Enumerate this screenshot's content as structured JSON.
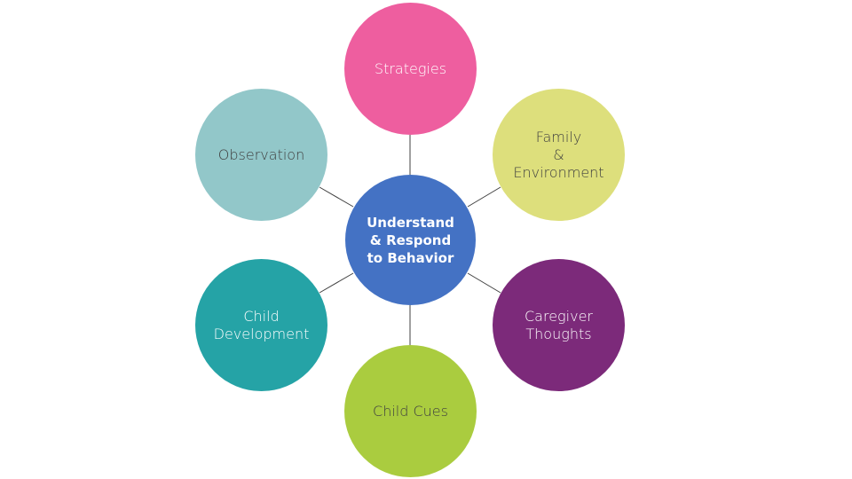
{
  "diagram": {
    "center": {
      "label": "Understand\n& Respond\nto Behavior",
      "color": "#4472C4",
      "text_color": "#FFFFFF"
    },
    "nodes": [
      {
        "id": "strategies",
        "label": "Strategies",
        "color": "#EE5E9F",
        "text_color": "#FFFFFF"
      },
      {
        "id": "family",
        "label": "Family\n&\nEnvironment",
        "color": "#DDDF7C",
        "text_color": "#404040"
      },
      {
        "id": "caregiver",
        "label": "Caregiver\nThoughts",
        "color": "#7C2A7A",
        "text_color": "#FFFFFF"
      },
      {
        "id": "cues",
        "label": "Child Cues",
        "color": "#AACC3F",
        "text_color": "#404040"
      },
      {
        "id": "development",
        "label": "Child\nDevelopment",
        "color": "#25A3A6",
        "text_color": "#FFFFFF"
      },
      {
        "id": "observation",
        "label": "Observation",
        "color": "#92C7C9",
        "text_color": "#404040"
      }
    ]
  }
}
